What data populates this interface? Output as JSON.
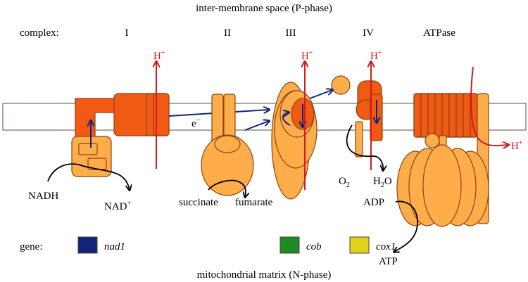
{
  "regions": {
    "top": "inter-membrane space (P-phase)",
    "bottom": "mitochondrial matrix (N-phase)"
  },
  "complexes": {
    "heading": "complex:",
    "c1": "I",
    "c2": "II",
    "c3": "III",
    "c4": "IV",
    "c5": "ATPase"
  },
  "proton": {
    "base": "H",
    "sup": "+"
  },
  "electron": {
    "base": "e",
    "sup": "−"
  },
  "substrates": {
    "nadh": "NADH",
    "nad_base": "NAD",
    "nad_sup": "+",
    "succinate": "succinate",
    "fumarate": "fumarate",
    "o2_base": "O",
    "o2_sub": "2",
    "h2o_pre": "H",
    "h2o_sub": "2",
    "h2o_post": "O",
    "adp": "ADP",
    "atp": "ATP"
  },
  "legend": {
    "heading": "gene:",
    "items": [
      {
        "label": "nad1",
        "color": "#13237a"
      },
      {
        "label": "cob",
        "color": "#1f8a24"
      },
      {
        "label": "cox1",
        "color": "#e0d21a"
      }
    ]
  },
  "colors": {
    "dark_orange": "#f05a14",
    "light_orange": "#ffad4a",
    "outline": "#8a4510",
    "membrane_fill": "#ffffff",
    "membrane_stroke": "#7a6a55",
    "proton_red": "#d51a1a",
    "electron_blue": "#13237a"
  }
}
